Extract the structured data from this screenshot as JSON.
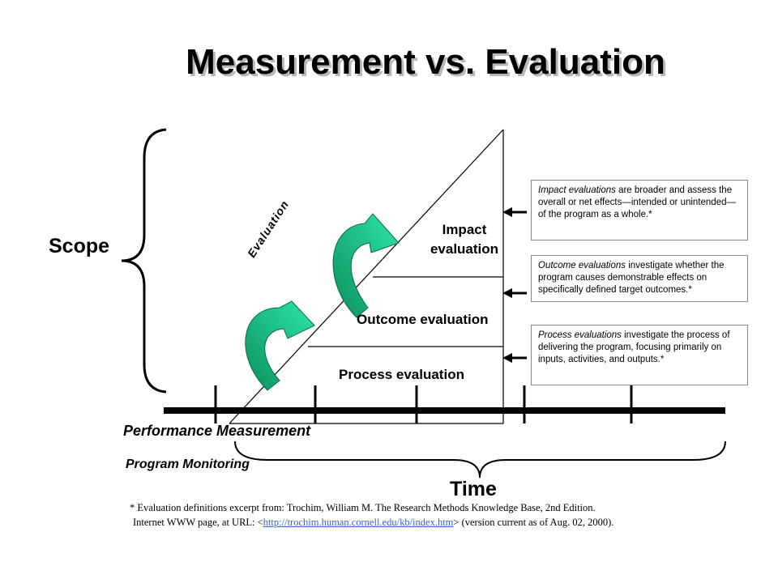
{
  "title": "Measurement vs. Evaluation",
  "scope_label": "Scope",
  "time_label": "Time",
  "evaluation_axis_label": "Evaluation",
  "levels": {
    "impact": "Impact evaluation",
    "outcome": "Outcome evaluation",
    "process": "Process evaluation"
  },
  "performance_measurement": "Performance Measurement",
  "program_monitoring": "Program Monitoring",
  "notes": {
    "impact": {
      "term": "Impact evaluations",
      "text": " are broader and assess the overall or net effects—intended or unintended—of the program as a whole.*"
    },
    "outcome": {
      "term": "Outcome evaluations",
      "text": " investigate whether the program causes demonstrable effects on specifically defined target outcomes.*"
    },
    "process": {
      "term": "Process evaluations",
      "text": " investigate the process of delivering the program, focusing primarily on inputs, activities, and outputs.*"
    }
  },
  "footnote": {
    "line1": "* Evaluation definitions excerpt from: Trochim, William M. The Research Methods Knowledge Base, 2nd Edition.",
    "line2_prefix": "Internet WWW page, at URL: <",
    "url": "http://trochim.human.cornell.edu/kb/index.htm",
    "line2_suffix": "> (version current as of Aug. 02, 2000)."
  },
  "colors": {
    "arrow_light": "#2ee6a8",
    "arrow_dark": "#0b8f5e",
    "line": "#000000",
    "link": "#3a5fcd"
  }
}
